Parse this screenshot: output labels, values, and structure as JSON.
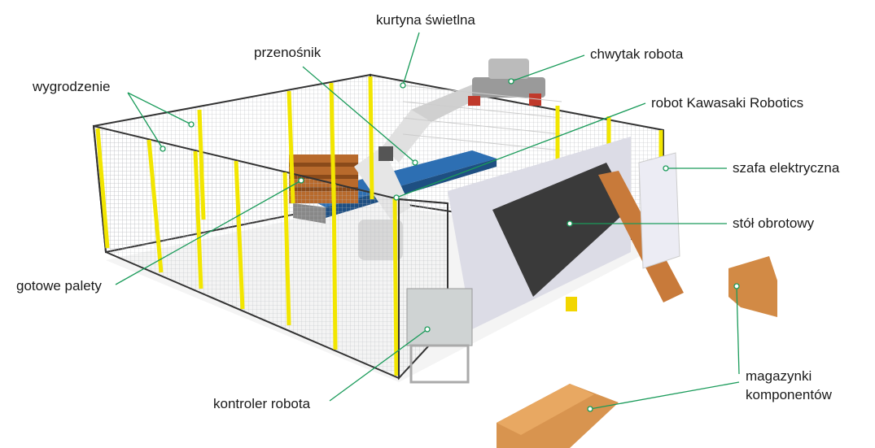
{
  "accent_color": "#1a9b5a",
  "labels": {
    "light_curtain": "kurtyna świetlna",
    "conveyor": "przenośnik",
    "gripper": "chwytak robota",
    "robot": "robot Kawasaki Robotics",
    "electrical_cabinet": "szafa elektryczna",
    "fence": "wygrodzenie",
    "turntable": "stół obrotowy",
    "finished_pallets": "gotowe palety",
    "robot_controller": "kontroler robota",
    "component_magazines_line1": "magazynki",
    "component_magazines_line2": "komponentów"
  }
}
